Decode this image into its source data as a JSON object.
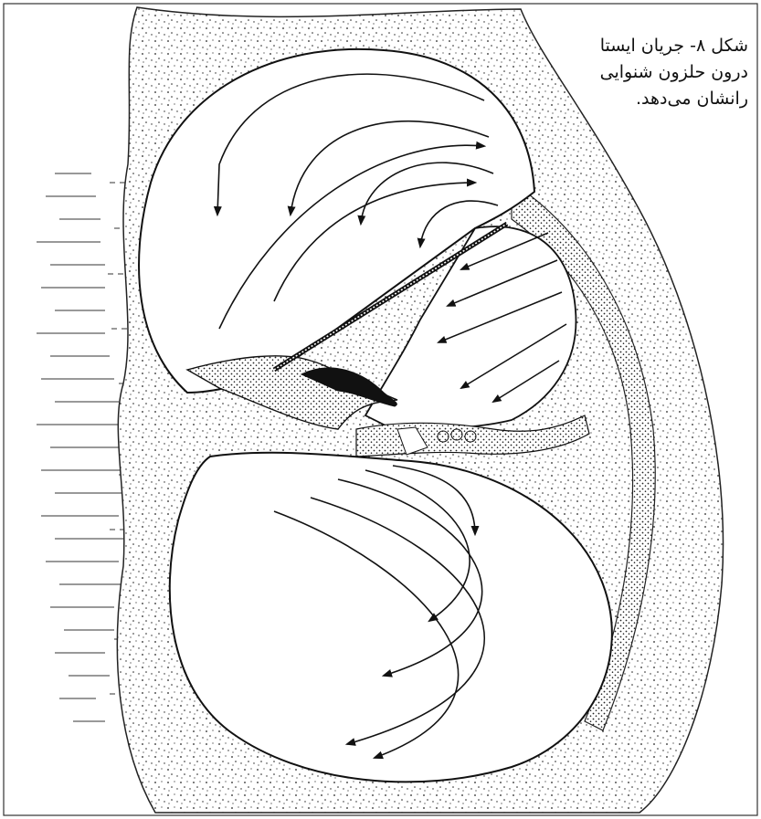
{
  "caption": {
    "lines": [
      "شکل ۸- جریان ایستا",
      "درون حلزون شنوایی",
      "رانشان می‌دهد."
    ]
  },
  "colors": {
    "ink": "#111111",
    "paper": "#ffffff"
  }
}
